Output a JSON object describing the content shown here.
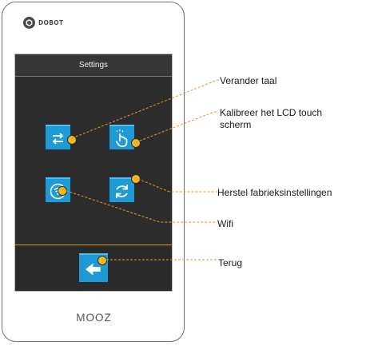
{
  "device": {
    "logo_text": "DOBOT",
    "brand": "MOOZ"
  },
  "screen": {
    "title": "Settings"
  },
  "buttons": [
    {
      "id": "language",
      "icon": "swap-arrows-icon"
    },
    {
      "id": "calibrate",
      "icon": "touch-hand-icon"
    },
    {
      "id": "wifi",
      "icon": "wifi-icon"
    },
    {
      "id": "reset",
      "icon": "reset-arrows-icon"
    },
    {
      "id": "back",
      "icon": "back-arrow-icon"
    }
  ],
  "callouts": {
    "language": "Verander taal",
    "calibrate_line1": "Kalibreer het LCD touch",
    "calibrate_line2": "scherm",
    "reset": "Herstel fabrieksinstellingen",
    "wifi": "Wifi",
    "back": "Terug"
  },
  "colors": {
    "tile": "#1e9bd7",
    "marker": "#f2b721",
    "leader": "#e8942a",
    "screen": "#2c2c2c"
  }
}
